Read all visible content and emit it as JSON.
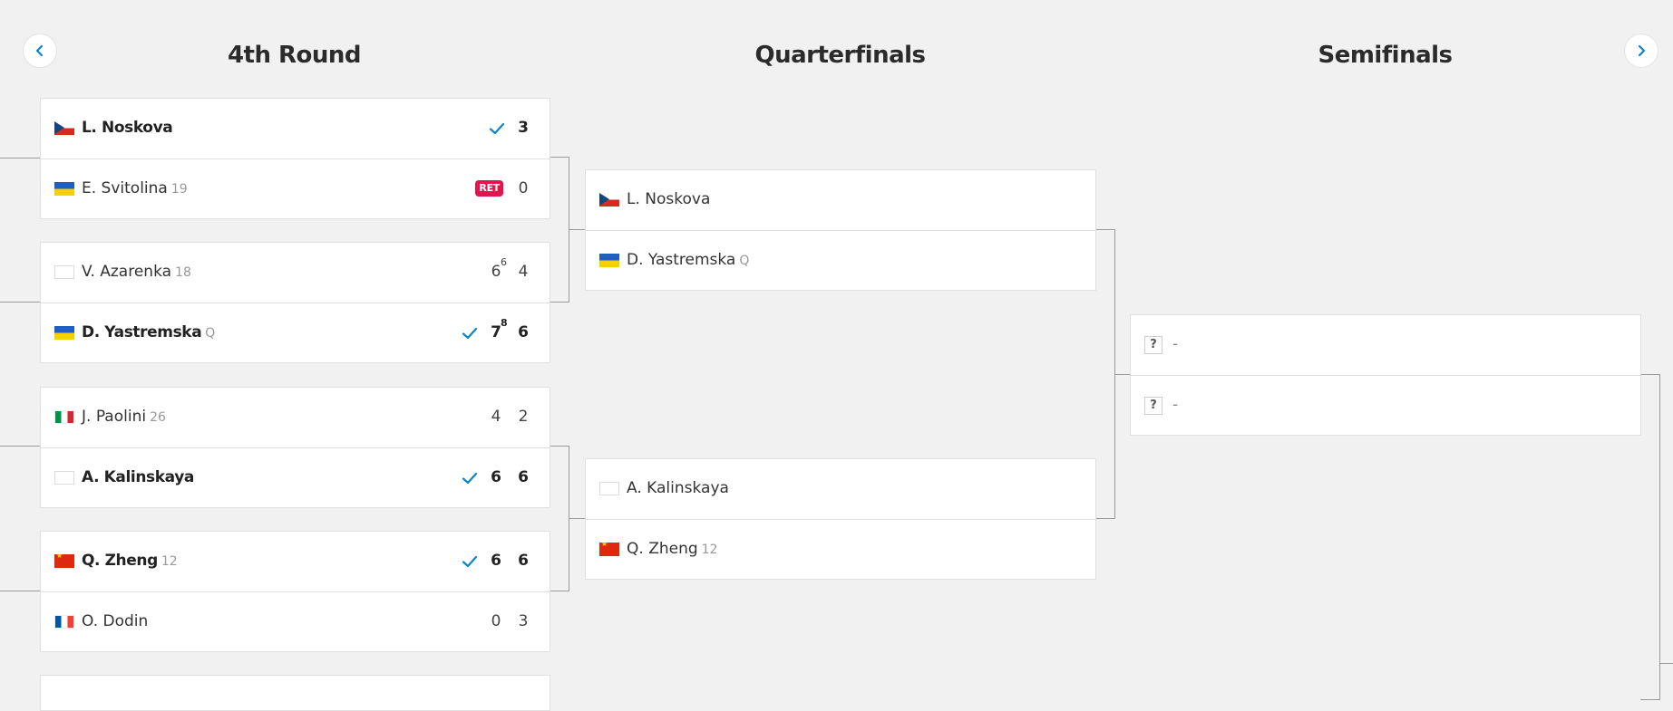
{
  "rounds": [
    {
      "title": "4th Round"
    },
    {
      "title": "Quarterfinals"
    },
    {
      "title": "Semifinals"
    }
  ],
  "nav": {
    "prev_icon": "chevron-left-icon",
    "next_icon": "chevron-right-icon"
  },
  "colors": {
    "accent": "#0a86c9",
    "retired": "#e0174f",
    "background": "#f1f1f1"
  },
  "fourth_round": [
    {
      "players": [
        {
          "flag": "cz",
          "name": "L. Noskova",
          "seed": "",
          "winner": true,
          "scores": [
            {
              "v": "3",
              "tb": ""
            }
          ]
        },
        {
          "flag": "ua",
          "name": "E. Svitolina",
          "seed": "19",
          "winner": false,
          "status": "RET",
          "scores": [
            {
              "v": "0",
              "tb": ""
            }
          ]
        }
      ]
    },
    {
      "players": [
        {
          "flag": "blank",
          "name": "V. Azarenka",
          "seed": "18",
          "winner": false,
          "scores": [
            {
              "v": "6",
              "tb": "6"
            },
            {
              "v": "4",
              "tb": ""
            }
          ]
        },
        {
          "flag": "ua",
          "name": "D. Yastremska",
          "seed": "Q",
          "winner": true,
          "scores": [
            {
              "v": "7",
              "tb": "8"
            },
            {
              "v": "6",
              "tb": ""
            }
          ]
        }
      ]
    },
    {
      "players": [
        {
          "flag": "it",
          "name": "J. Paolini",
          "seed": "26",
          "winner": false,
          "scores": [
            {
              "v": "4",
              "tb": ""
            },
            {
              "v": "2",
              "tb": ""
            }
          ]
        },
        {
          "flag": "blank",
          "name": "A. Kalinskaya",
          "seed": "",
          "winner": true,
          "scores": [
            {
              "v": "6",
              "tb": ""
            },
            {
              "v": "6",
              "tb": ""
            }
          ]
        }
      ]
    },
    {
      "players": [
        {
          "flag": "cn",
          "name": "Q. Zheng",
          "seed": "12",
          "winner": true,
          "scores": [
            {
              "v": "6",
              "tb": ""
            },
            {
              "v": "6",
              "tb": ""
            }
          ]
        },
        {
          "flag": "fr",
          "name": "O. Dodin",
          "seed": "",
          "winner": false,
          "scores": [
            {
              "v": "0",
              "tb": ""
            },
            {
              "v": "3",
              "tb": ""
            }
          ]
        }
      ]
    }
  ],
  "quarterfinals": [
    {
      "players": [
        {
          "flag": "cz",
          "name": "L. Noskova",
          "seed": ""
        },
        {
          "flag": "ua",
          "name": "D. Yastremska",
          "seed": "Q"
        }
      ]
    },
    {
      "players": [
        {
          "flag": "blank",
          "name": "A. Kalinskaya",
          "seed": ""
        },
        {
          "flag": "cn",
          "name": "Q. Zheng",
          "seed": "12"
        }
      ]
    }
  ],
  "semifinals": [
    {
      "players": [
        {
          "icon": "?",
          "name": "-"
        },
        {
          "icon": "?",
          "name": "-"
        }
      ]
    }
  ]
}
